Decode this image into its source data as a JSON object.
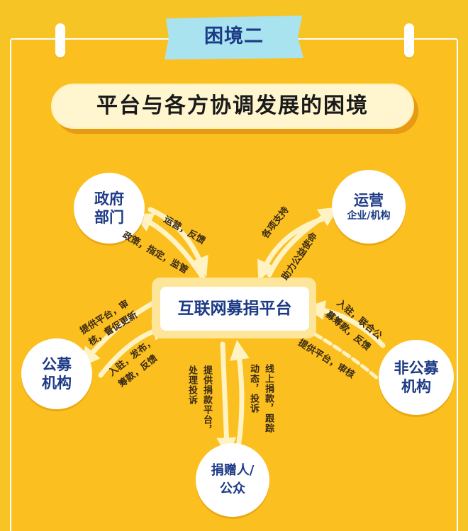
{
  "tag": {
    "text": "困境二"
  },
  "title": "平台与各方协调发展的困境",
  "center": {
    "label": "互联网募捐平台"
  },
  "nodes": {
    "government": {
      "line1": "政府",
      "line2": "部门"
    },
    "enterprise": {
      "line1": "运营",
      "line2": "企业/机构"
    },
    "public_fund": {
      "line1": "公募",
      "line2": "机构"
    },
    "nonpublic_fund": {
      "line1": "非公募",
      "line2": "机构"
    },
    "donor": {
      "line1": "捐赠人/",
      "line2": "公众"
    }
  },
  "labels": {
    "gov_up": "运营，反馈",
    "gov_down": "政策，指定，监管",
    "ent_up": "各项支持",
    "ent_down": "助力公益使命",
    "pub_up_1": "提供平台，审",
    "pub_up_2": "核，督促更新",
    "pub_down_1": "入驻，发布，",
    "pub_down_2": "筹款，反馈",
    "np_up_1": "入驻，联合公",
    "np_up_2": "募筹款，反馈",
    "np_down": "提供平台，审核",
    "donor_left_1": "提供捐款平台，",
    "donor_left_2": "处理投诉",
    "donor_right_1": "线上捐款，跟踪",
    "donor_right_2": "动态，投诉"
  },
  "colors": {
    "background": "#f7c426",
    "panel": "#fbbf1f",
    "navy_text": "#1d3a86",
    "tag_fill": "#a9e3f0",
    "arrow_fill": "#fff3c4"
  }
}
